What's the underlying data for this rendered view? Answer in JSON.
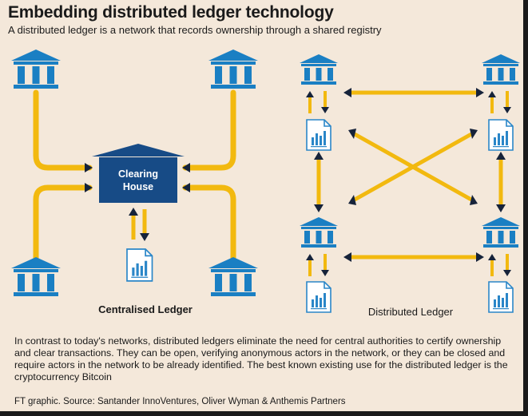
{
  "title": "Embedding distributed ledger technology",
  "subtitle": "A distributed ledger is a network that records ownership through a shared registry",
  "centralised": {
    "hub_label_line1": "Clearing",
    "hub_label_line2": "House",
    "caption": "Centralised Ledger"
  },
  "distributed": {
    "caption": "Distributed Ledger"
  },
  "body_text": "In contrast to today's networks, distributed ledgers eliminate the need for central authorities to certify ownership and clear transactions. They can be open, verifying anonymous actors in the network, or they can be closed and require actors in the network to be already identified. The best known existing use for the distributed ledger is the cryptocurrency Bitcoin",
  "source": "FT graphic.  Source: Santander InnoVentures, Oliver Wyman & Anthemis Partners",
  "colors": {
    "background": "#f4e8da",
    "bank_blue": "#1a7fc3",
    "hub_navy": "#174b86",
    "connector_yellow": "#f2b90f",
    "arrow_dark": "#16233a",
    "document_blue": "#2a86c8"
  },
  "icons": {
    "bank": "bank-building-icon",
    "document": "ledger-document-icon",
    "hub": "clearing-house-icon"
  }
}
